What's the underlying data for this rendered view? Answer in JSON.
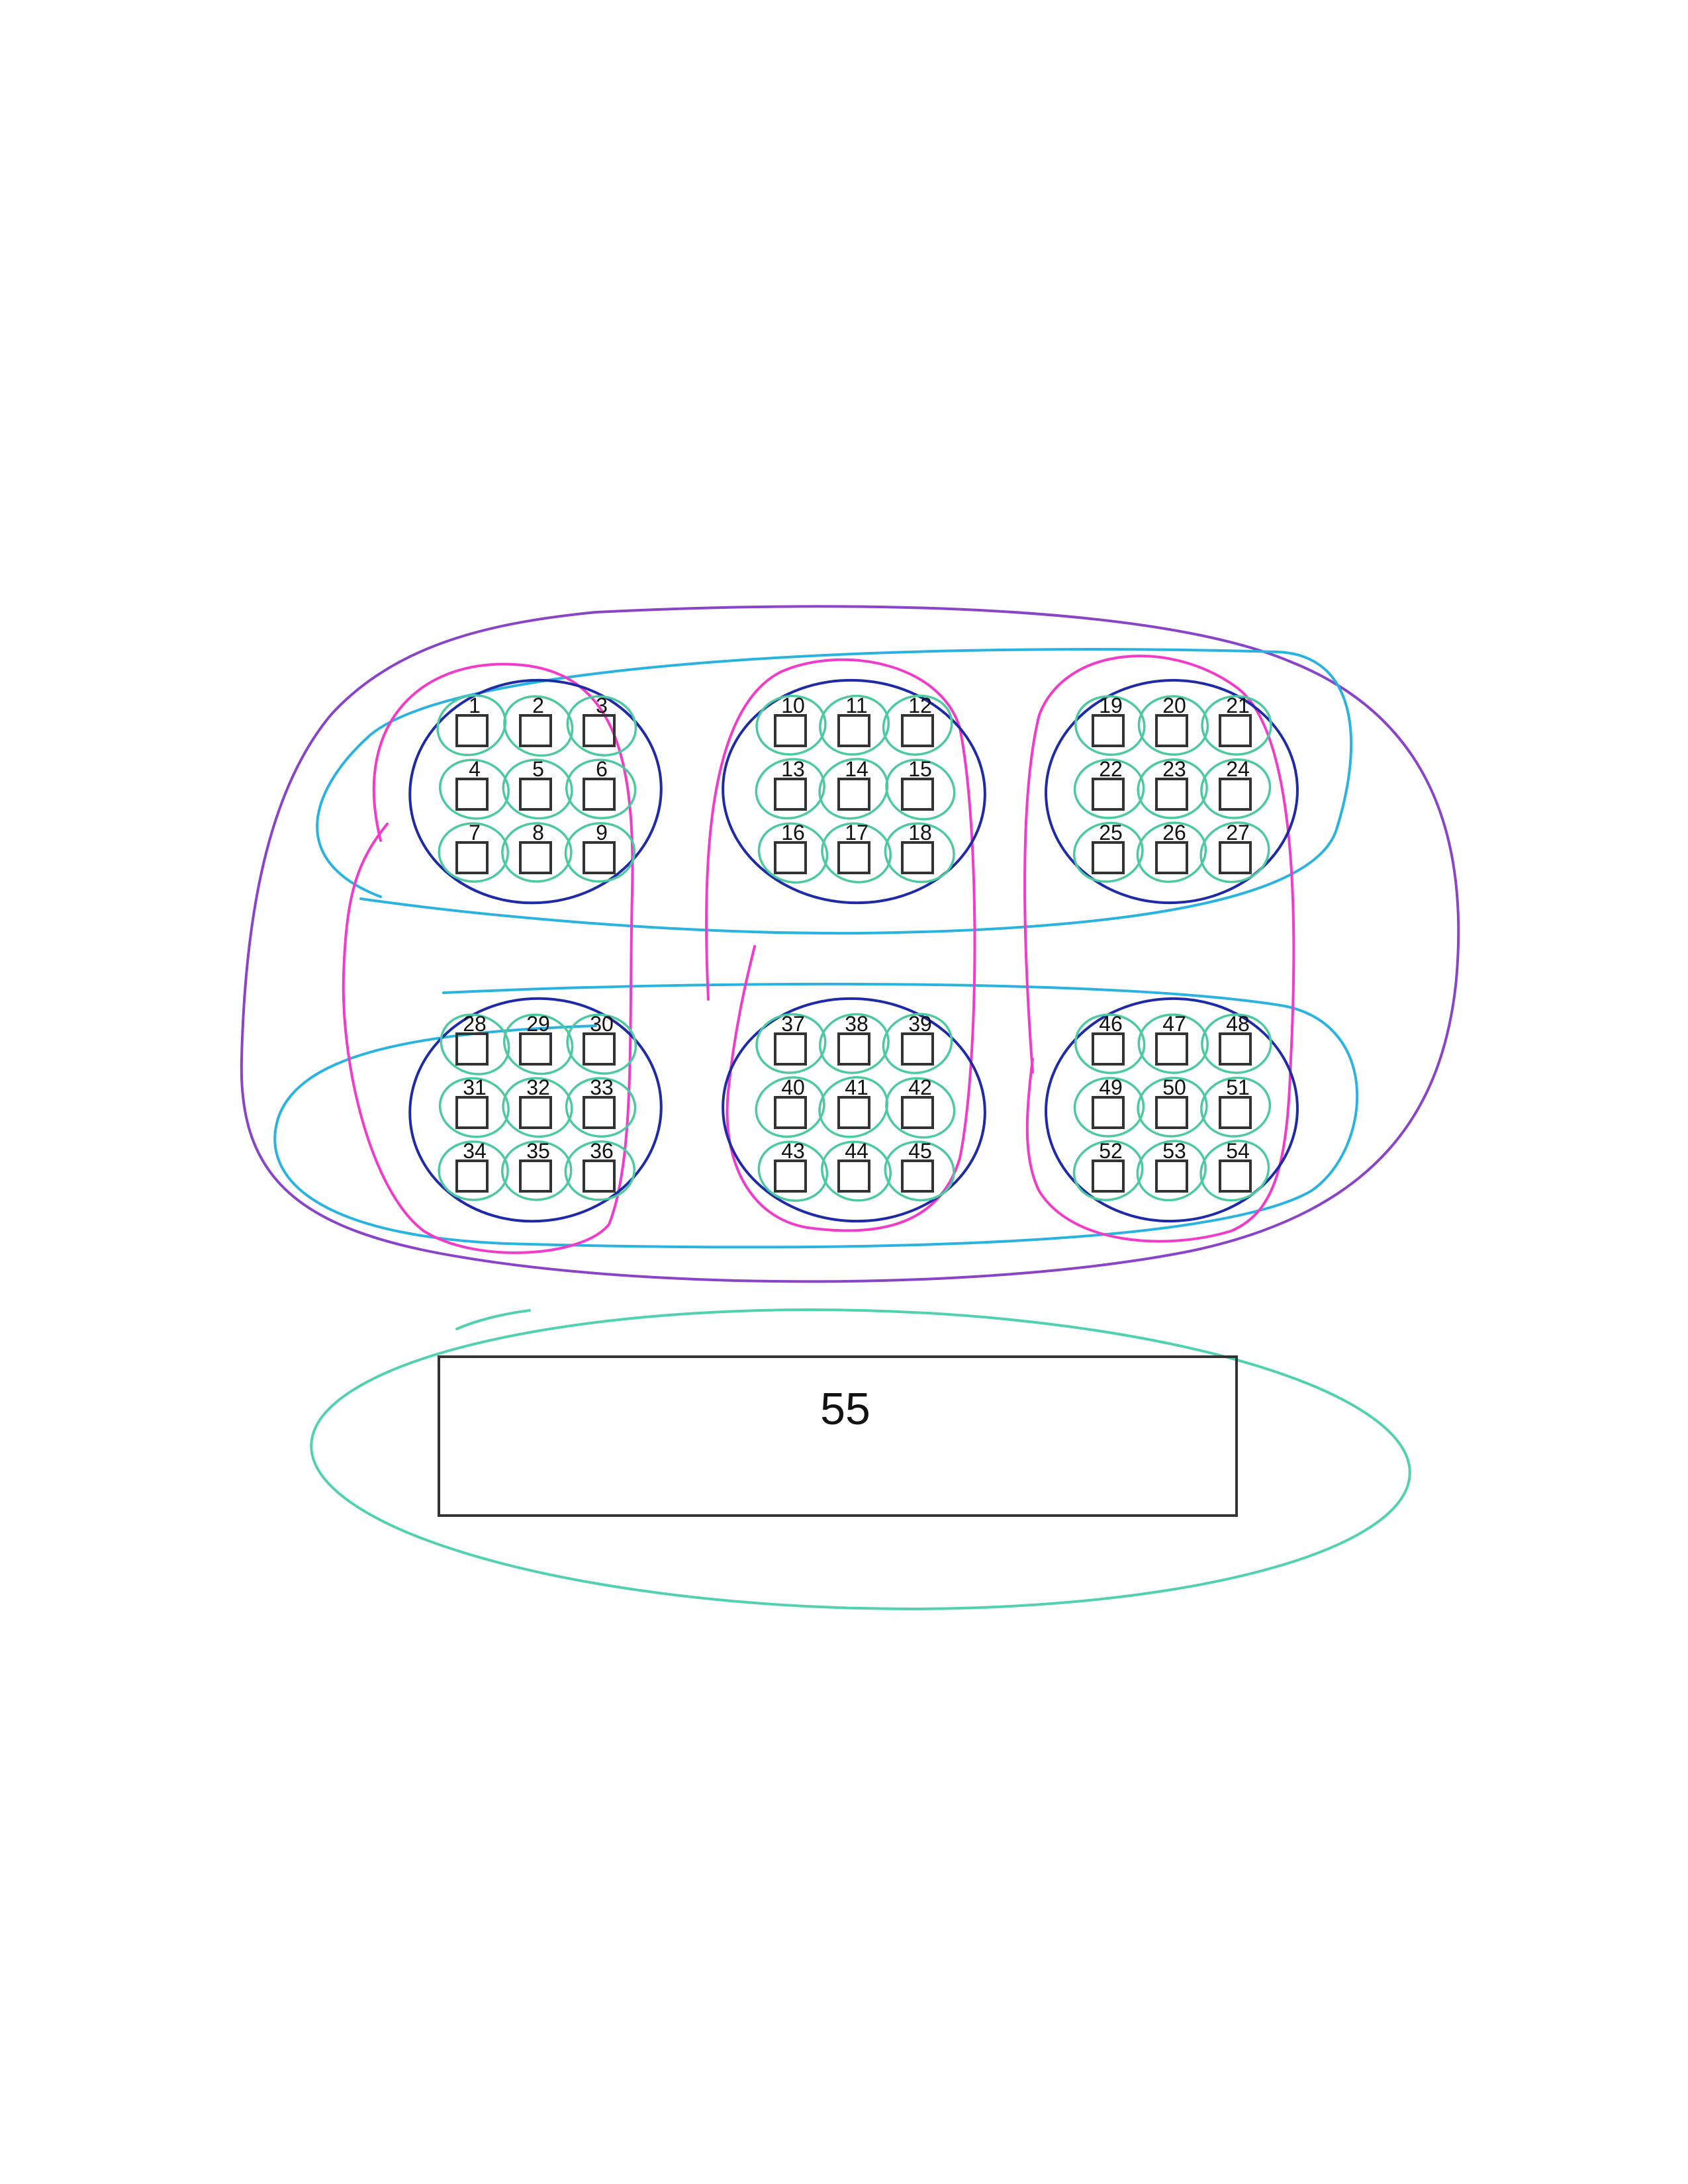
{
  "cells": [
    "1",
    "2",
    "3",
    "4",
    "5",
    "6",
    "7",
    "8",
    "9",
    "10",
    "11",
    "12",
    "13",
    "14",
    "15",
    "16",
    "17",
    "18",
    "19",
    "20",
    "21",
    "22",
    "23",
    "24",
    "25",
    "26",
    "27",
    "28",
    "29",
    "30",
    "31",
    "32",
    "33",
    "34",
    "35",
    "36",
    "37",
    "38",
    "39",
    "40",
    "41",
    "42",
    "43",
    "44",
    "45",
    "46",
    "47",
    "48",
    "49",
    "50",
    "51",
    "52",
    "53",
    "54"
  ],
  "large_box": {
    "label": "55"
  },
  "ink_colors": {
    "cell_loop": "#4cc9a0",
    "group_loop": "#1f2aa6",
    "row_band": "#2bb3e0",
    "column_band": "#f03cc8",
    "outer_loop": "#8a44c8",
    "large_box_loop": "#52d1b0"
  }
}
